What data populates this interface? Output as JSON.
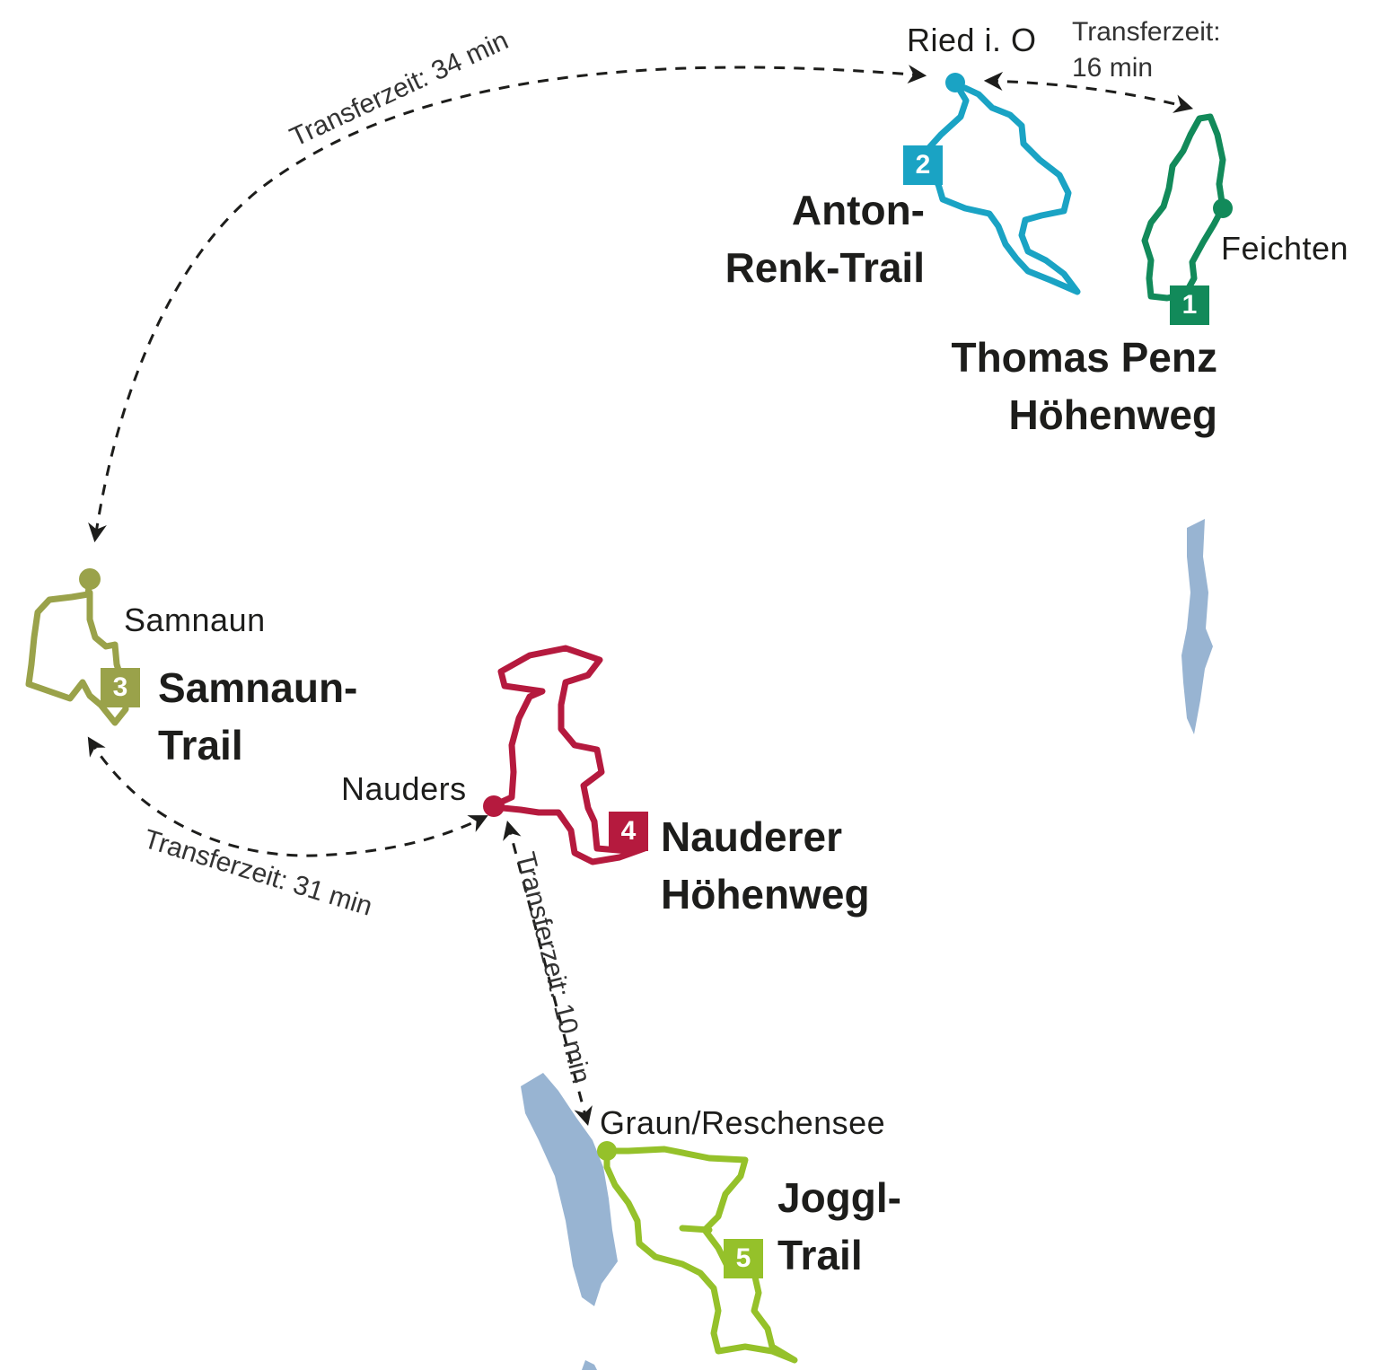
{
  "colors": {
    "trail_1": "#128a5a",
    "trail_2": "#1aa3c4",
    "trail_3": "#9aa24a",
    "trail_4": "#b51a3e",
    "trail_5": "#95c12a",
    "lake": "#98b4d2",
    "arrow": "#1d1d1b"
  },
  "places": {
    "ried": "Ried i. O",
    "feichten": "Feichten",
    "samnaun": "Samnaun",
    "nauders": "Nauders",
    "graun": "Graun/Reschensee"
  },
  "trails": [
    {
      "number": "1",
      "name_line1": "Thomas Penz",
      "name_line2": "Höhenweg",
      "color": "#128a5a"
    },
    {
      "number": "2",
      "name_line1": "Anton-",
      "name_line2": "Renk-Trail",
      "color": "#1aa3c4"
    },
    {
      "number": "3",
      "name_line1": "Samnaun-",
      "name_line2": "Trail",
      "color": "#9aa24a"
    },
    {
      "number": "4",
      "name_line1": "Nauderer",
      "name_line2": "Höhenweg",
      "color": "#b51a3e"
    },
    {
      "number": "5",
      "name_line1": "Joggl-",
      "name_line2": "Trail",
      "color": "#95c12a"
    }
  ],
  "transfers": {
    "ried_feichten_line1": "Transferzeit:",
    "ried_feichten_line2": "16 min",
    "ried_samnaun": "Transferzeit: 34 min",
    "samnaun_nauders": "Transferzeit: 31 min",
    "nauders_graun": "Transferzeit: 10 min"
  },
  "icons": {
    "start_point": "circle-marker-icon",
    "trail_badge": "numbered-square-icon",
    "transfer_arrow": "dashed-double-arrow-icon"
  }
}
